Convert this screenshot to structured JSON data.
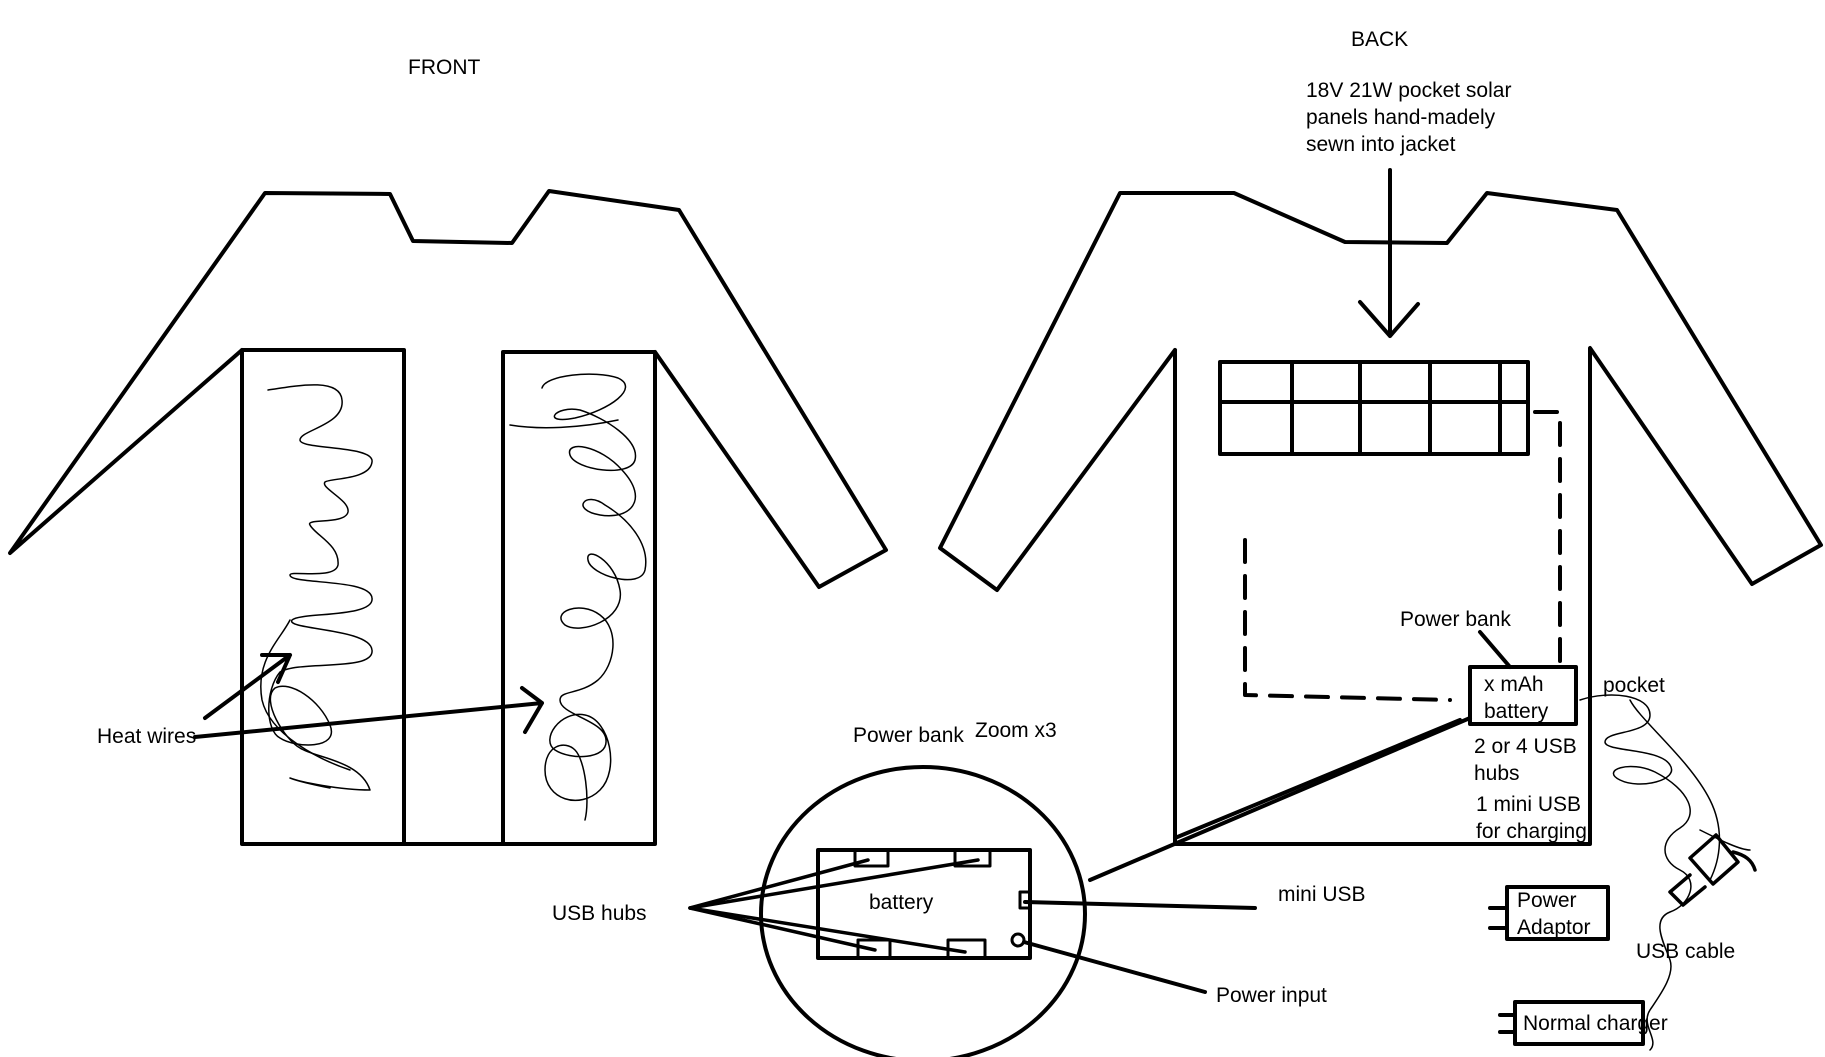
{
  "labels": {
    "front": "FRONT",
    "back": "BACK",
    "solar_panels": "18V 21W pocket solar\npanels hand-madely\nsewn into jacket",
    "heat_wires": "Heat wires",
    "power_bank_zoom": "Power bank",
    "zoom": "Zoom x3",
    "usb_hubs": "USB hubs",
    "battery": "battery",
    "mini_usb": "mini USB",
    "power_input": "Power input",
    "power_bank_back": "Power bank",
    "battery_box": "x mAh\nbattery",
    "pocket": "pocket",
    "hub_count": "2 or 4 USB\nhubs",
    "mini_usb_charging": "1 mini USB\nfor charging",
    "power_adaptor": "Power\nAdaptor",
    "usb_cable": "USB cable",
    "normal_charger": "Normal charger"
  },
  "colors": {
    "stroke": "#000000",
    "background": "#ffffff"
  }
}
